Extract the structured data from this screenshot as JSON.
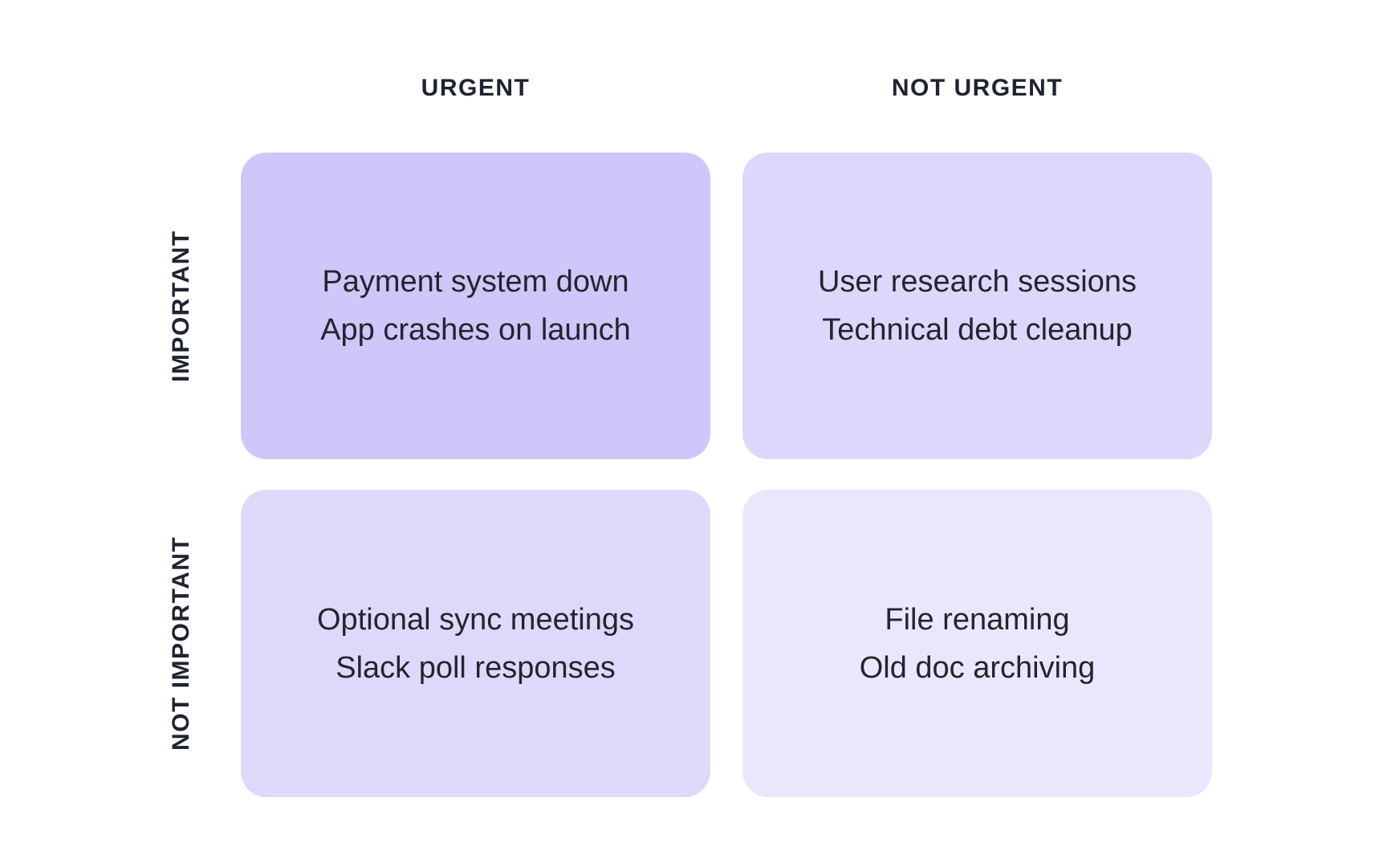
{
  "matrix": {
    "title_implicit": "Eisenhower priority matrix",
    "column_headers": [
      {
        "id": "urgent",
        "label": "URGENT"
      },
      {
        "id": "not-urgent",
        "label": "NOT URGENT"
      }
    ],
    "row_headers": [
      {
        "id": "important",
        "label": "IMPORTANT"
      },
      {
        "id": "not-important",
        "label": "NOT IMPORTANT"
      }
    ],
    "quadrants": [
      {
        "id": "urgent-important",
        "column": "URGENT",
        "row": "IMPORTANT",
        "bg": "#cfc6f9",
        "items": [
          "Payment system down",
          "App crashes on launch"
        ]
      },
      {
        "id": "not-urgent-important",
        "column": "NOT URGENT",
        "row": "IMPORTANT",
        "bg": "#ddd7fb",
        "items": [
          "User research sessions",
          "Technical debt cleanup"
        ]
      },
      {
        "id": "urgent-not-important",
        "column": "URGENT",
        "row": "NOT IMPORTANT",
        "bg": "#ded9fb",
        "items": [
          "Optional sync meetings",
          "Slack poll responses"
        ]
      },
      {
        "id": "not-urgent-not-important",
        "column": "NOT URGENT",
        "row": "NOT IMPORTANT",
        "bg": "#eae7fd",
        "items": [
          "File renaming",
          "Old doc archiving"
        ]
      }
    ],
    "colors": {
      "background": "#ffffff",
      "header_text": "#20242e",
      "item_text": "#22252e"
    }
  }
}
